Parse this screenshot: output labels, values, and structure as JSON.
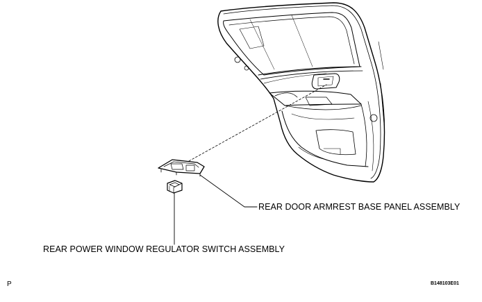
{
  "labels": {
    "armrest_panel": "REAR DOOR ARMREST BASE PANEL ASSEMBLY",
    "window_switch": "REAR POWER WINDOW REGULATOR SWITCH ASSEMBLY"
  },
  "corner_mark": "P",
  "figure_code": "B148103E01"
}
